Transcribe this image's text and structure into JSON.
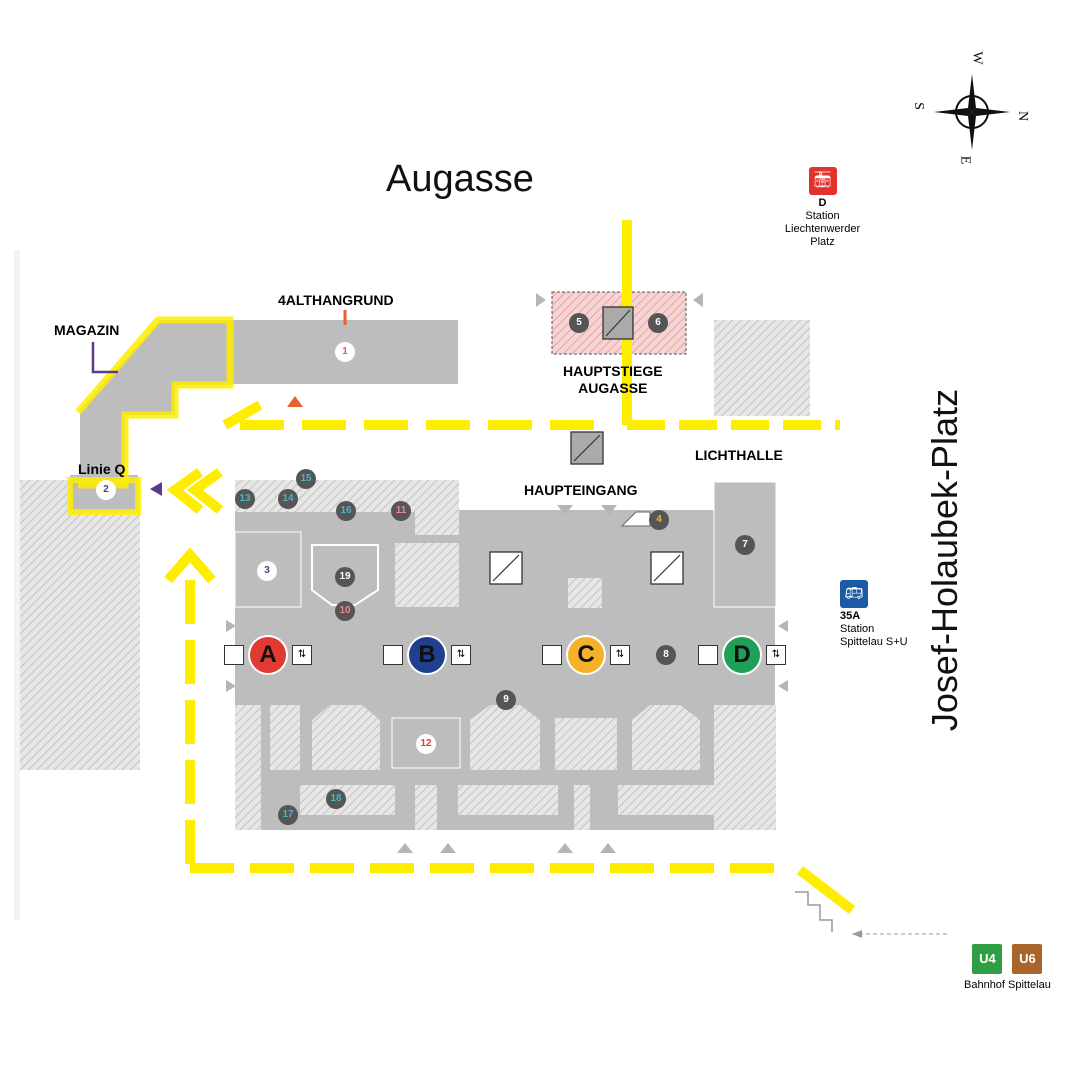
{
  "streets": {
    "north": "Augasse",
    "east": "Josef-Holaubek-Platz"
  },
  "compass": {
    "N": "N",
    "S": "S",
    "E": "E",
    "W": "W"
  },
  "labels": {
    "magazin": "MAGAZIN",
    "althangrund": "4ALTHANGRUND",
    "linie_q": "Linie Q",
    "hauptstiege": [
      "HAUPTSTIEGE",
      "AUGASSE"
    ],
    "lichthalle": "LICHTHALLE",
    "haupteingang": "HAUPTEINGANG"
  },
  "transit": {
    "tram": {
      "line": "D",
      "station": [
        "Station",
        "Liechtenwerder",
        "Platz"
      ],
      "color": "#e3322b"
    },
    "bus": {
      "line": "35A",
      "station": [
        "Station",
        "Spittelau S+U"
      ],
      "color": "#1c5aa6"
    },
    "subway": {
      "lines": [
        {
          "label": "U4",
          "color": "#2f9e44"
        },
        {
          "label": "U6",
          "color": "#a9652b"
        }
      ],
      "station": "Bahnhof Spittelau"
    }
  },
  "cores": [
    {
      "letter": "A",
      "color": "#e03a32"
    },
    {
      "letter": "B",
      "color": "#1f3f8f"
    },
    {
      "letter": "C",
      "color": "#f5b12a"
    },
    {
      "letter": "D",
      "color": "#20a056"
    }
  ],
  "markers": [
    "1",
    "2",
    "3",
    "4",
    "5",
    "6",
    "7",
    "8",
    "9",
    "10",
    "11",
    "12",
    "13",
    "14",
    "15",
    "16",
    "17",
    "18",
    "19"
  ],
  "colors": {
    "route": "#ffed00",
    "floor": "#bfbfbf",
    "hatch": "#d6d6d6",
    "marker": "#555555"
  }
}
